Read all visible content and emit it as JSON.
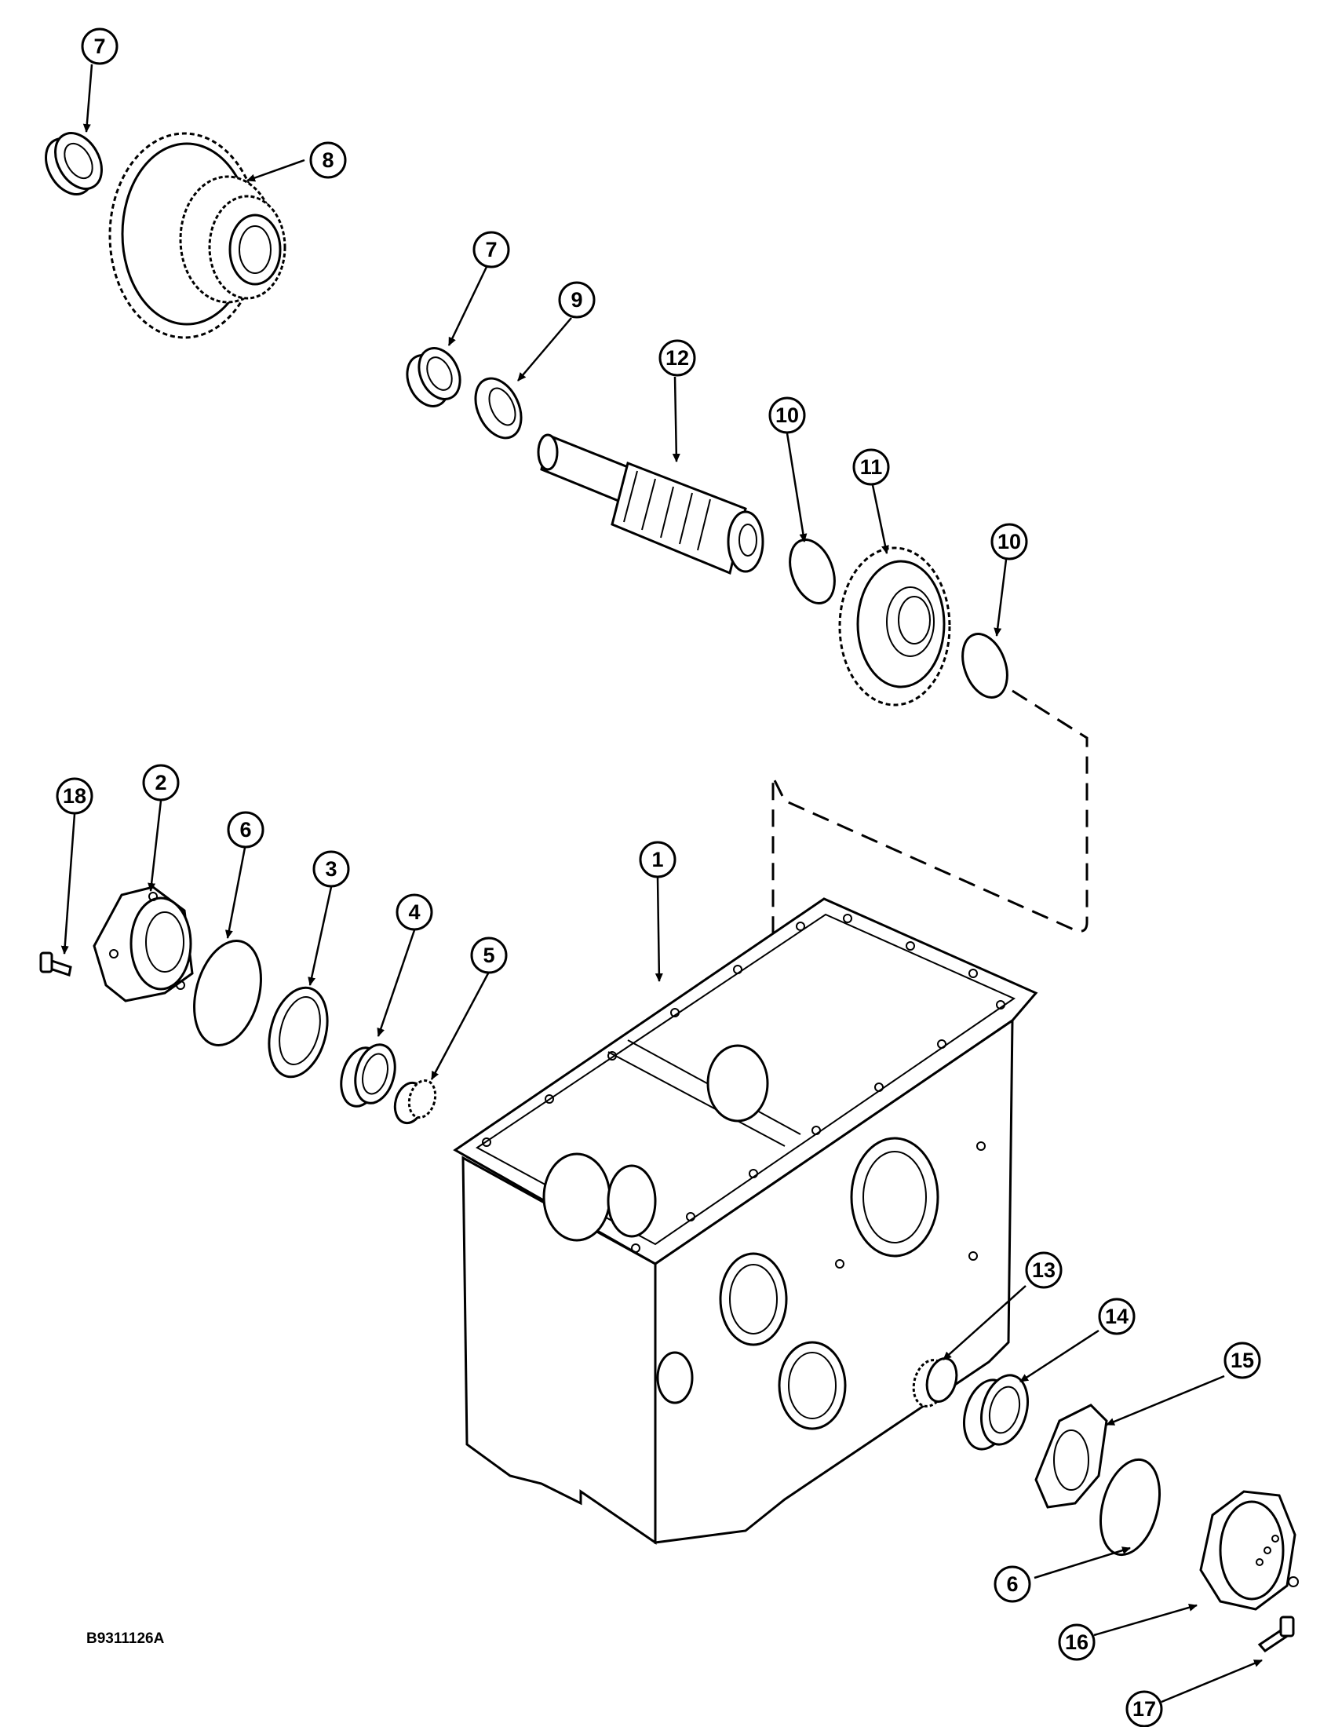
{
  "figure_code": "B9311126A",
  "callouts": [
    "1",
    "2",
    "3",
    "4",
    "5",
    "6",
    "6",
    "7",
    "7",
    "8",
    "9",
    "10",
    "10",
    "11",
    "12",
    "13",
    "14",
    "15",
    "16",
    "17",
    "18"
  ]
}
